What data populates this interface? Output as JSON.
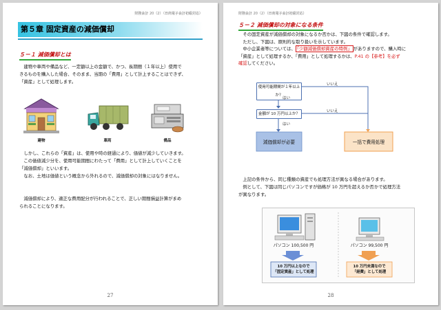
{
  "left": {
    "header": "財務会計 20（2）（日商電子会計初級対応）",
    "chapter_title": "第５章 固定資産の減価償却",
    "section_title": "５－１ 減価償却とは",
    "para1": [
      "　建物や車両や備品など、一定額以上の金額で、かつ、長期間（１年以上）使用で",
      "きるものを購入した場合、そのまま、当期の「費用」として計上することはできず、",
      "「資産」として処理します。"
    ],
    "captions": {
      "building": "建物",
      "truck": "車両",
      "equipment": "備品"
    },
    "para2": [
      "　しかし、これらの「資産」は、使用や時の経過により、価値が減少していきます。",
      "　この価値減少分を、使用可能期間にわたって「費用」として計上していくことを",
      "「減価償却」といいます。",
      "　なお、土地は価値という概念から外れるので、減価償却の対象にはなりません。"
    ],
    "para3": [
      "　減価償却により、適正な費用配分が行われることで、正しい期間損益計算がまめ",
      "られることになります。"
    ],
    "page_number": "27"
  },
  "right": {
    "header": "財務会計 20（2）（日商電子会計初級対応）",
    "section_title": "５－２ 減価償却の対象になる条件",
    "intro": {
      "l1": "　その固定資産が減価償却の対象になるか否かは、下図の条件で確認します。",
      "l2": "　ただし、下図は、原則的な取り扱いを示しています。",
      "l3a": "　中小企業者等については、",
      "l3red": "「少額減価償却資産の特例」",
      "l3b": "がありますので、購入時に",
      "l4a": "「資産」として処理するか、「費用」として処理するかは、",
      "l4red": "P.41 の【参考】を必ず",
      "l5red": "確認",
      "l5b": "してください。"
    },
    "flow": {
      "q1": "使用可能期間が１年以上か？",
      "q2": "金額が 10 万円以上か？",
      "yes": "はい",
      "no": "いいえ",
      "result_depreciation": "減価償却が必要",
      "result_expense": "一括で費用処理"
    },
    "para2": [
      "　上記の条件から、同じ種類の資産でも処理方法が異なる場合があります。",
      "　例として、下図は同じパソコンですが価格が 10 万円を超えるか否かで処理方法",
      "が異なります。"
    ],
    "examples": [
      {
        "price": "パソコン 100,500 円",
        "note_l1": "10 万円以上なので",
        "note_l2": "「固定資産」として処理"
      },
      {
        "price": "パソコン 99,500 円",
        "note_l1": "10 万円未満なので",
        "note_l2": "「経費」として処理"
      }
    ],
    "page_number": "28"
  },
  "colors": {
    "chapter_bar": "#36c3e2",
    "section_text": "#c41515",
    "section_underline": "#31a737",
    "flow_blue": "#4b6fb0",
    "flow_orange": "#f0a052"
  }
}
